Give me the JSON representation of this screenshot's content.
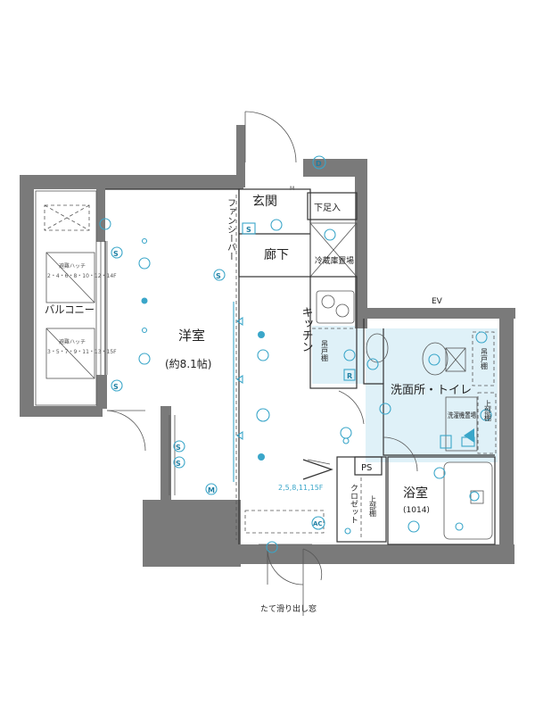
{
  "rooms": {
    "western_room": "洋室",
    "western_room_size": "(約8.1帖)",
    "entrance": "玄関",
    "shoe_box": "下足入",
    "hallway": "廊下",
    "fridge_space": "冷蔵庫置場",
    "kitchen": "キッチン",
    "washroom_toilet": "洗面所・トイレ",
    "bathroom": "浴室",
    "bathroom_size": "(1014)",
    "balcony": "バルコニー",
    "closet": "クロゼット",
    "upper_shelf_closet": "上部棚",
    "hanging_shelf_kitchen": "吊戸棚",
    "hanging_shelf_toilet": "吊戸棚",
    "upper_shelf_washroom": "上部棚",
    "washer_space": "洗濯機置場",
    "fan_space": "ファンシーバー",
    "ev": "EV",
    "ps": "PS",
    "meter": "M",
    "ceiling_note": "2,5,8,11,15F",
    "window_note": "たて滑り出し窓",
    "hatch_note_1": "避難ハッチ",
    "hatch_note_1_floors": "2・4・6・8・10・12・14F",
    "hatch_note_2": "避難ハッチ",
    "hatch_note_2_floors": "3・5・7・9・11・13・15F"
  },
  "symbols": {
    "distribution_board": "D",
    "meter_box": "M",
    "switch": "S",
    "air_conditioner": "AC",
    "refrigerator_outlet": "R"
  },
  "colors": {
    "wall": "#7a7a7a",
    "equipment": "#3aa6c9",
    "wet_area": "#dff1f8"
  }
}
